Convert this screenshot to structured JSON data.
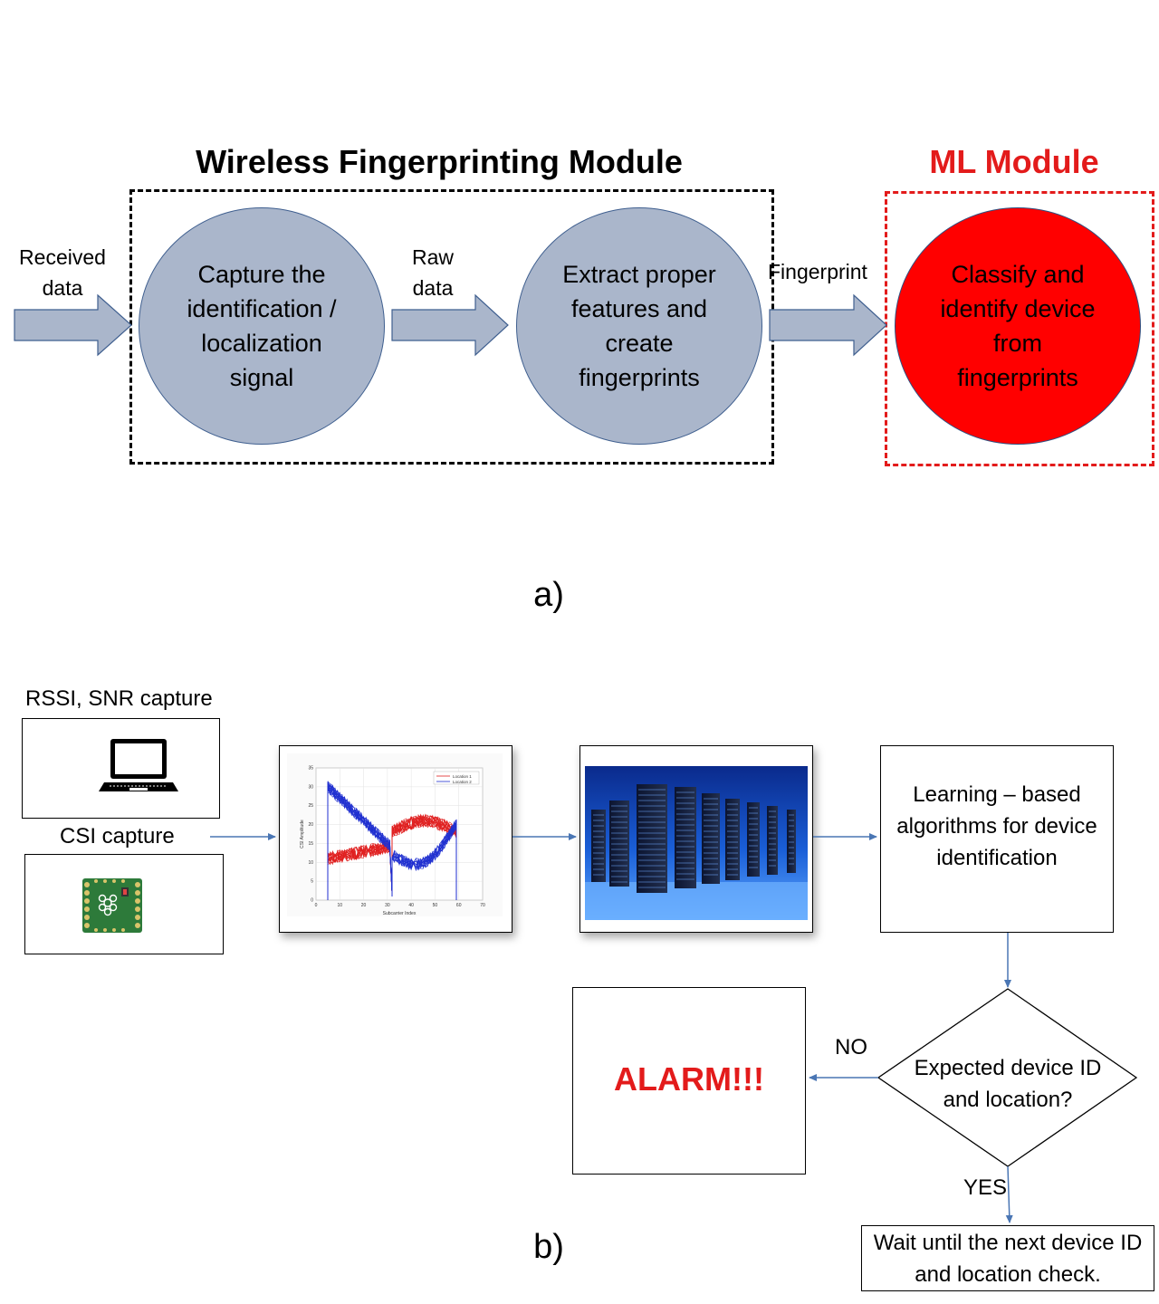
{
  "part_a": {
    "wfm_title": "Wireless Fingerprinting Module",
    "ml_title": "ML Module",
    "received_data": "Received data",
    "raw_data": "Raw data",
    "fingerprint_label": "Fingerprint",
    "capture_circle": "Capture the identification / localization signal",
    "extract_circle": "Extract proper features and create fingerprints",
    "classify_circle": "Classify and identify device from fingerprints",
    "caption": "a)"
  },
  "part_b": {
    "rssi_label": "RSSI, SNR capture",
    "csi_label": "CSI capture",
    "learning_box": "Learning – based algorithms for device identification",
    "decision_text": "Expected device ID and location?",
    "no_label": "NO",
    "yes_label": "YES",
    "alarm_text": "ALARM!!!",
    "wait_box": "Wait until the next device ID and location check.",
    "caption": "b)",
    "plot": {
      "y_axis_label": "CSI Amplitude",
      "x_axis_label": "Subcarrier Index",
      "y_ticks": [
        "0",
        "5",
        "10",
        "15",
        "20",
        "25",
        "30",
        "35"
      ],
      "x_ticks": [
        "0",
        "10",
        "20",
        "30",
        "40",
        "50",
        "60",
        "70"
      ],
      "legend": [
        "Location 1",
        "Location 2"
      ]
    }
  },
  "colors": {
    "circle_grey": "#aab6cb",
    "circle_red": "#ff0000",
    "accent_red": "#e31b1b",
    "arrow_fill": "#aab6cb",
    "connector_blue": "#4a76b4"
  }
}
